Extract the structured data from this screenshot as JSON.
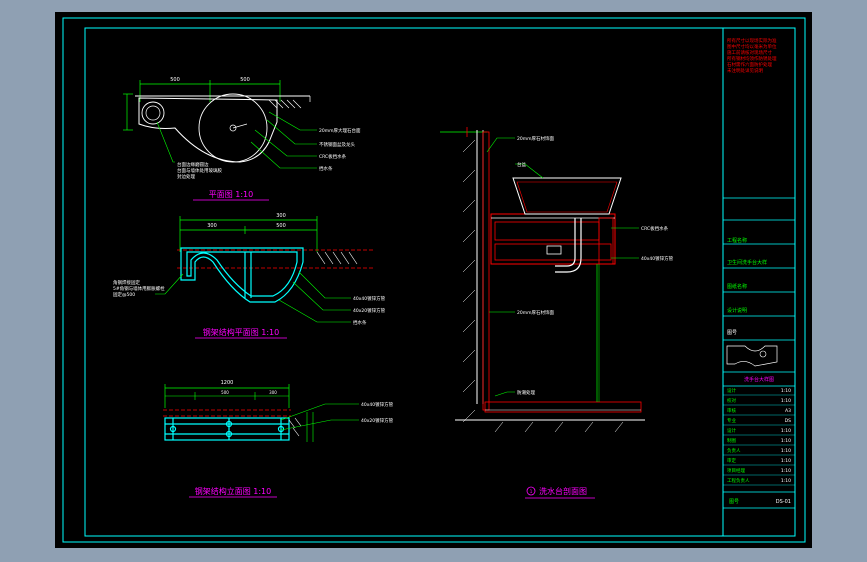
{
  "colors": {
    "background": "#000000",
    "frame": "#00ffff",
    "geometry": "#ffffff",
    "dimension": "#00ff00",
    "leader": "#00ff00",
    "red": "#ff0000",
    "magenta": "#ff00ff",
    "yellow": "#ffff00",
    "surround": "#8fa0b3"
  },
  "views": {
    "plan_title": "平面图 1:10",
    "steel_plan_title": "钢架结构平面图 1:10",
    "steel_elev_title": "钢架结构立面图 1:10",
    "section_title": "洗水台剖面图"
  },
  "section_marker": "1",
  "dims": {
    "plan_a": "500",
    "plan_b": "500",
    "steel_a": "300",
    "steel_b": "500",
    "steel_c": "300",
    "elev_a": "1200",
    "elev_b": "500",
    "elev_c": "300"
  },
  "plan_labels": [
    "20mm厚大理石台面",
    "不锈钢面盆及龙头",
    "CRC板挡水条",
    "挡水条"
  ],
  "plan_note_lines": [
    "台面边缘磨圆边",
    "台面与墙体处用玻璃胶",
    "封边处理"
  ],
  "steel_plan_labels": [
    "40x40镀锌方管",
    "40x20镀锌方管",
    "挡水条"
  ],
  "steel_plan_note_lines": [
    "角钢焊接固定",
    "5#角钢与墙体用膨胀螺栓",
    "固定@500"
  ],
  "elev_labels": [
    "40x40镀锌方管",
    "40x20镀锌方管"
  ],
  "section_labels": [
    "20mm厚石材饰面",
    "台盆",
    "CRC板挡水条",
    "40x40镀锌方管",
    "20mm厚石材饰面",
    "防潮处理"
  ],
  "red_notes": [
    "所有尺寸以现场实际为准",
    "图中尺寸均以毫米为单位",
    "施工前请核对现场尺寸",
    "所有钢材均须作防锈处理",
    "石材需作六面防护处理",
    "未注明处详见说明"
  ],
  "title_block": {
    "row1": "工程名称",
    "row2": "卫生间洗手台大样",
    "row3": "图纸名称",
    "row4": "设计说明",
    "row5": "图号",
    "stamp": "洗手台大样图",
    "rows": [
      {
        "label": "设计",
        "value": "1:10"
      },
      {
        "label": "校对",
        "value": "1:10"
      },
      {
        "label": "审核",
        "value": "A3"
      },
      {
        "label": "专业",
        "value": "DS"
      },
      {
        "label": "设计",
        "value": "1:10"
      },
      {
        "label": "制图",
        "value": "1:10"
      },
      {
        "label": "负责人",
        "value": "1:10"
      },
      {
        "label": "审定",
        "value": "1:10"
      },
      {
        "label": "项目经理",
        "value": "1:10"
      },
      {
        "label": "工程负责人",
        "value": "1:10"
      }
    ],
    "footer_label": "图号",
    "footer_value": "DS-01"
  }
}
